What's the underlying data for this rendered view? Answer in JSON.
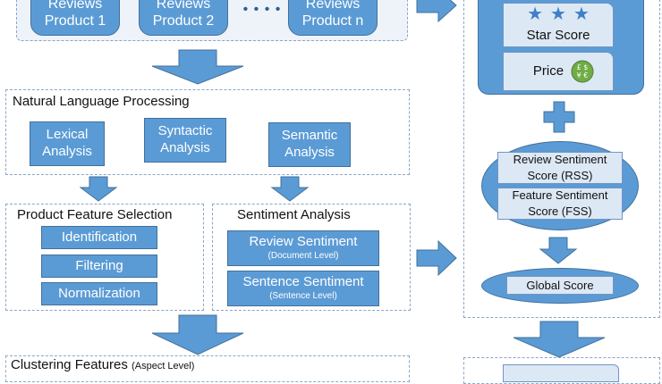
{
  "input_reviews": {
    "items": [
      {
        "line1": "Reviews",
        "line2": "Product 1"
      },
      {
        "line1": "Reviews",
        "line2": "Product 2"
      },
      {
        "line1": "Reviews",
        "line2": "Product n"
      }
    ],
    "ellipsis": "• • • •"
  },
  "nlp": {
    "title": "Natural Language Processing",
    "boxes": [
      {
        "line1": "Lexical",
        "line2": "Analysis"
      },
      {
        "line1": "Syntactic",
        "line2": "Analysis"
      },
      {
        "line1": "Semantic",
        "line2": "Analysis"
      }
    ]
  },
  "feature_selection": {
    "title": "Product Feature Selection",
    "items": [
      "Identification",
      "Filtering",
      "Normalization"
    ]
  },
  "sentiment_analysis": {
    "title": "Sentiment Analysis",
    "items": [
      {
        "label": "Review Sentiment",
        "sub": "(Document Level)"
      },
      {
        "label": "Sentence Sentiment",
        "sub": "(Sentence Level)"
      }
    ]
  },
  "clustering": {
    "title": "Clustering Features",
    "subtitle": "(Aspect Level)"
  },
  "scores": {
    "star_score": "Star Score",
    "price": "Price",
    "rss": {
      "line1": "Review Sentiment",
      "line2": "Score (RSS)"
    },
    "fss": {
      "line1": "Feature Sentiment",
      "line2": "Score (FSS)"
    },
    "global_score": "Global Score"
  },
  "colors": {
    "box_blue": "#5b9bd5",
    "box_border": "#41719c",
    "pale_fill": "#dde8f5",
    "dashed_border": "#8aa6c8",
    "price_badge": "#70ad47"
  }
}
